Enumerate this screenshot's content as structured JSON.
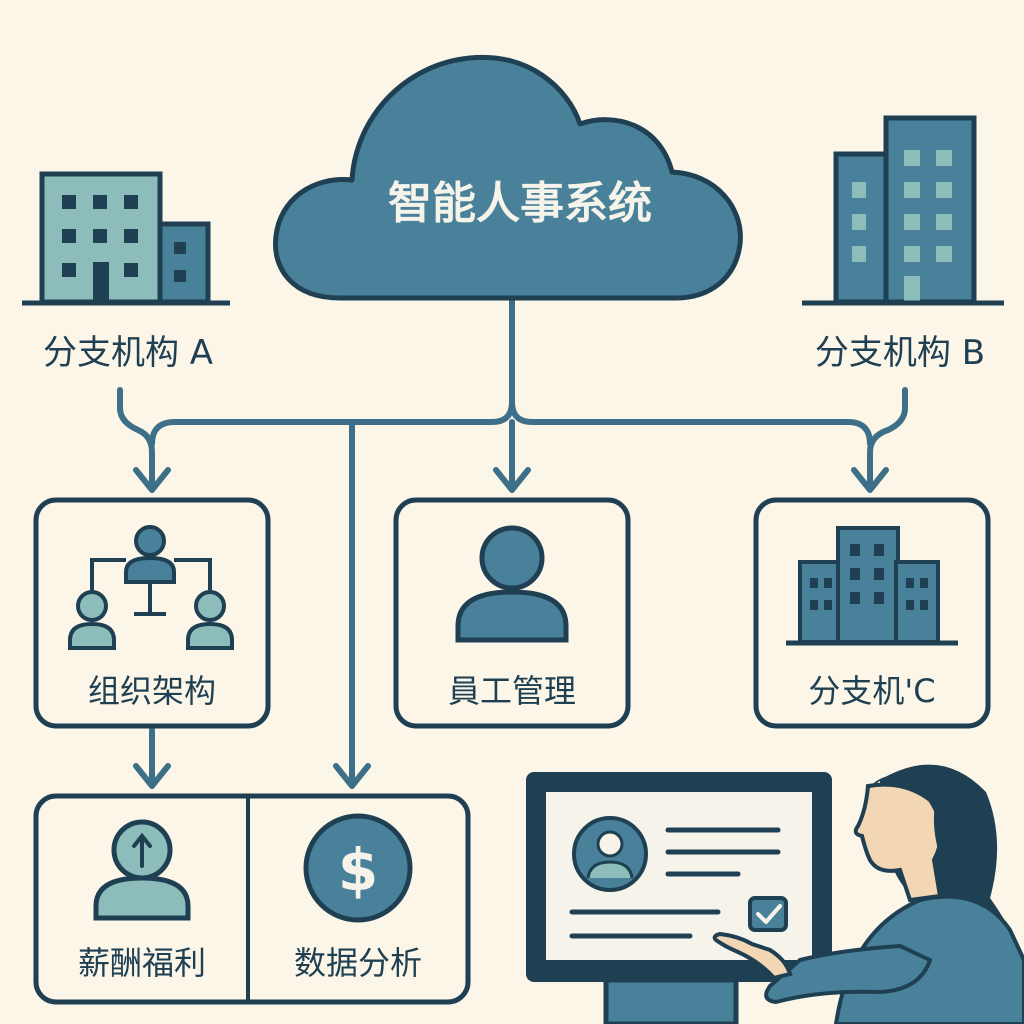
{
  "title": "智能人事系统",
  "branch_a": "分支机构 A",
  "branch_b": "分支机构 B",
  "modules": {
    "org": "组织架构",
    "employee": "員工管理",
    "branch_c": "分支机'C",
    "salary": "薪酬福利",
    "analytics": "数据分析"
  },
  "icons": {
    "cloud": "cloud-icon",
    "building_a": "office-building-icon",
    "building_b": "tall-building-icon",
    "org_chart": "org-chart-icon",
    "person": "person-icon",
    "buildings_c": "city-buildings-icon",
    "salary": "person-arrow-up-icon",
    "dollar": "dollar-coin-icon",
    "monitor": "monitor-icon",
    "woman": "woman-user-icon",
    "checkbox": "checkbox-checked-icon"
  },
  "colors": {
    "background": "#fbf6e8",
    "dark": "#1f3f52",
    "teal": "#4a819a",
    "light_teal": "#8cbdba",
    "line": "#3e6f88"
  }
}
